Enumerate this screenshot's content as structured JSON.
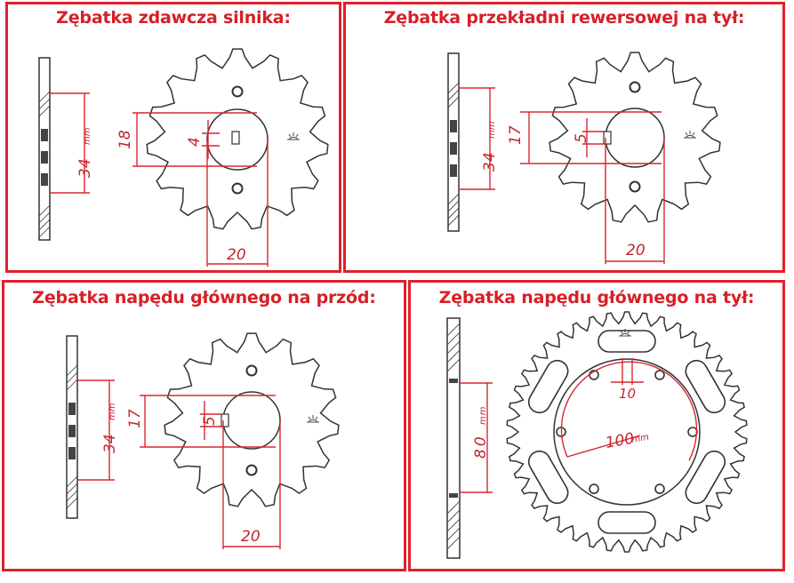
{
  "panels": [
    {
      "title": "Zębatka zdawcza silnika:",
      "dims": {
        "width": "34",
        "width_unit": "mm",
        "spline_height": "18",
        "key": "4",
        "bore": "20"
      }
    },
    {
      "title": "Zębatka przekładni rewersowej na tył:",
      "dims": {
        "width": "34",
        "width_unit": "mm",
        "spline_height": "17",
        "key": "5",
        "bore": "20"
      }
    },
    {
      "title": "Zębatka napędu głównego na przód:",
      "dims": {
        "width": "34",
        "width_unit": "mm",
        "spline_height": "17",
        "key": "5",
        "bore": "20"
      }
    },
    {
      "title": "Zębatka napędu głównego na tył:",
      "dims": {
        "width": "80",
        "width_unit": "mm",
        "hole": "10",
        "pcd": "100",
        "pcd_unit": "mm"
      }
    }
  ],
  "colors": {
    "frame": "#e0202a",
    "title": "#d62027",
    "dimension": "#c4262e",
    "drawing": "#333333"
  },
  "icons": [
    "sprocket-logo-icon"
  ]
}
